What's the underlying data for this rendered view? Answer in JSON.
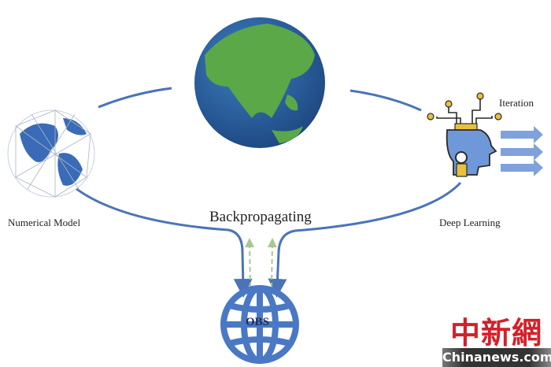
{
  "labels": {
    "numerical_model": "Numerical Model",
    "deep_learning": "Deep Learning",
    "iteration": "Iteration",
    "backpropagating": "Backpropagating",
    "obs": "OBS"
  },
  "watermark": {
    "chinese": "中新網",
    "english": "Chinanews.com"
  },
  "colors": {
    "arrow": "#4a74b8",
    "dashed": "#a8c890",
    "ocean": "#2d5fa0",
    "land": "#5aa848",
    "obs_globe": "#4a78c4",
    "watermark_red": "#d4202a"
  }
}
